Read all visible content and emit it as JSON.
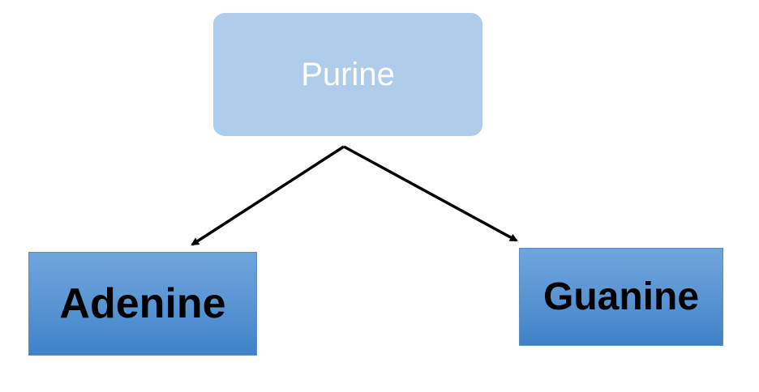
{
  "diagram": {
    "root": {
      "label": "Purine",
      "fill": "#afcdea",
      "text_color": "#ffffff"
    },
    "children": [
      {
        "label": "Adenine",
        "fill": "#5a95d3",
        "text_color": "#000000"
      },
      {
        "label": "Guanine",
        "fill": "#5a95d3",
        "text_color": "#000000"
      }
    ],
    "edges": [
      {
        "from": "Purine",
        "to": "Adenine"
      },
      {
        "from": "Purine",
        "to": "Guanine"
      }
    ],
    "arrow_color": "#000000"
  }
}
